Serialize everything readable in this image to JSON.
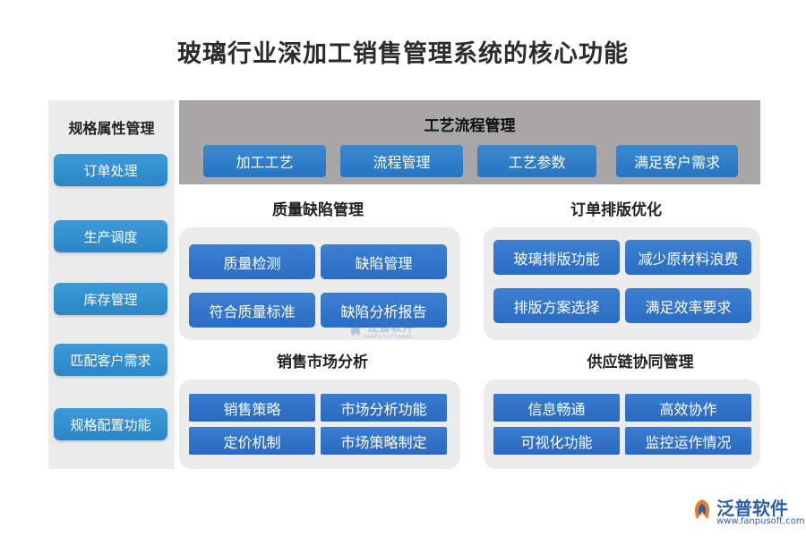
{
  "title": "玻璃行业深加工销售管理系统的核心功能",
  "sidebar": {
    "title": "规格属性管理",
    "items": [
      "订单处理",
      "生产调度",
      "库存管理",
      "匹配客户需求",
      "规格配置功能"
    ]
  },
  "process": {
    "title": "工艺流程管理",
    "items": [
      "加工工艺",
      "流程管理",
      "工艺参数",
      "满足客户需求"
    ]
  },
  "sections": {
    "quality": {
      "title": "质量缺陷管理",
      "items": [
        "质量检测",
        "缺陷管理",
        "符合质量标准",
        "缺陷分析报告"
      ]
    },
    "layout": {
      "title": "订单排版优化",
      "items": [
        "玻璃排版功能",
        "减少原材料浪费",
        "排版方案选择",
        "满足效率要求"
      ]
    },
    "sales": {
      "title": "销售市场分析",
      "items": [
        "销售策略",
        "市场分析功能",
        "定价机制",
        "市场策略制定"
      ]
    },
    "supply": {
      "title": "供应链协同管理",
      "items": [
        "信息畅通",
        "高效协作",
        "可视化功能",
        "监控运作情况"
      ]
    }
  },
  "watermark": {
    "text": "泛普软件",
    "sub": "FANPU SOFTWARE"
  },
  "logo": {
    "name": "泛普软件",
    "url": "www.fanpusoft.com",
    "color": "#2d5fa8"
  },
  "colors": {
    "button": "#2b6cc4",
    "sidebar_button": "#2b86c8",
    "process_band": "#a8a6a6",
    "panel": "#ececec"
  }
}
